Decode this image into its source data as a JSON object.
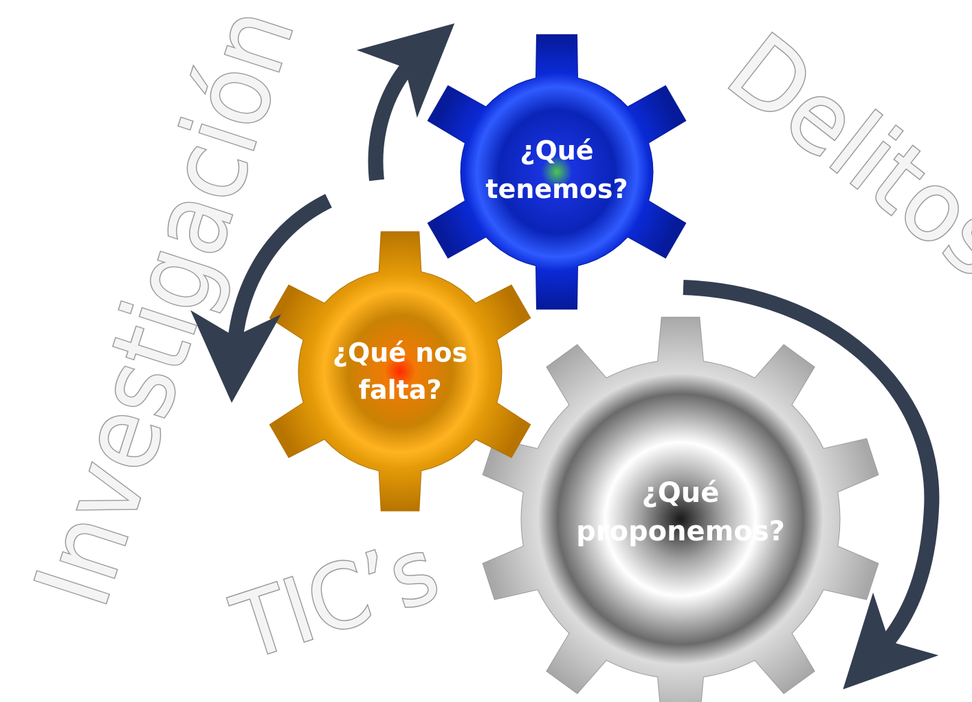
{
  "words": {
    "investigacion": "Investigación",
    "delitos": "Delitos",
    "tics": "TIC’s"
  },
  "gears": {
    "blue": {
      "line1": "¿Qué",
      "line2": "tenemos?",
      "color": "#0a2fd8"
    },
    "orange": {
      "line1": "¿Qué nos",
      "line2": "falta?",
      "color": "#e89e0a"
    },
    "gray": {
      "line1": "¿Qué",
      "line2": "proponemos?",
      "color": "#bdbdbd"
    }
  },
  "colors": {
    "arrow": "#333e50",
    "word_stroke": "#9a9a9a"
  }
}
